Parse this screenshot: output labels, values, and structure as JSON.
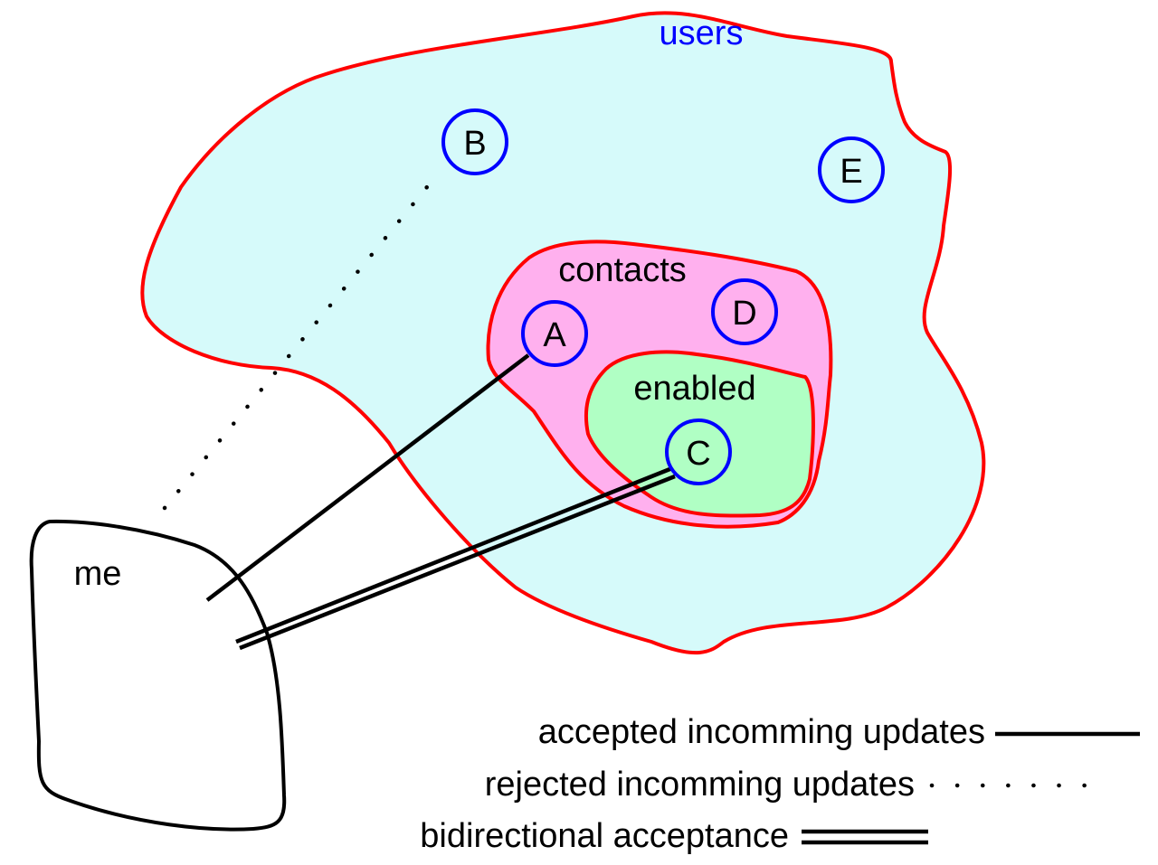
{
  "regions": {
    "users": {
      "label": "users",
      "fill": "#d6fafa",
      "stroke": "#ff0000",
      "label_color": "#0000ff"
    },
    "contacts": {
      "label": "contacts",
      "fill": "#ffb0ee",
      "stroke": "#ff0000"
    },
    "enabled": {
      "label": "enabled",
      "fill": "#b0ffc4",
      "stroke": "#ff0000"
    },
    "me": {
      "label": "me",
      "fill": "#ffffff",
      "stroke": "#000000"
    }
  },
  "nodes": [
    {
      "id": "A",
      "label": "A"
    },
    {
      "id": "B",
      "label": "B"
    },
    {
      "id": "C",
      "label": "C"
    },
    {
      "id": "D",
      "label": "D"
    },
    {
      "id": "E",
      "label": "E"
    }
  ],
  "node_style": {
    "stroke": "#0000ff",
    "fill": "none"
  },
  "edges": [
    {
      "from": "me",
      "to": "A",
      "type": "accepted"
    },
    {
      "from": "me",
      "to": "B",
      "type": "rejected"
    },
    {
      "from": "me",
      "to": "C",
      "type": "bidirectional"
    }
  ],
  "legend": {
    "accepted": "accepted incomming updates",
    "rejected": "rejected incomming updates",
    "bidirectional": "bidirectional acceptance"
  }
}
